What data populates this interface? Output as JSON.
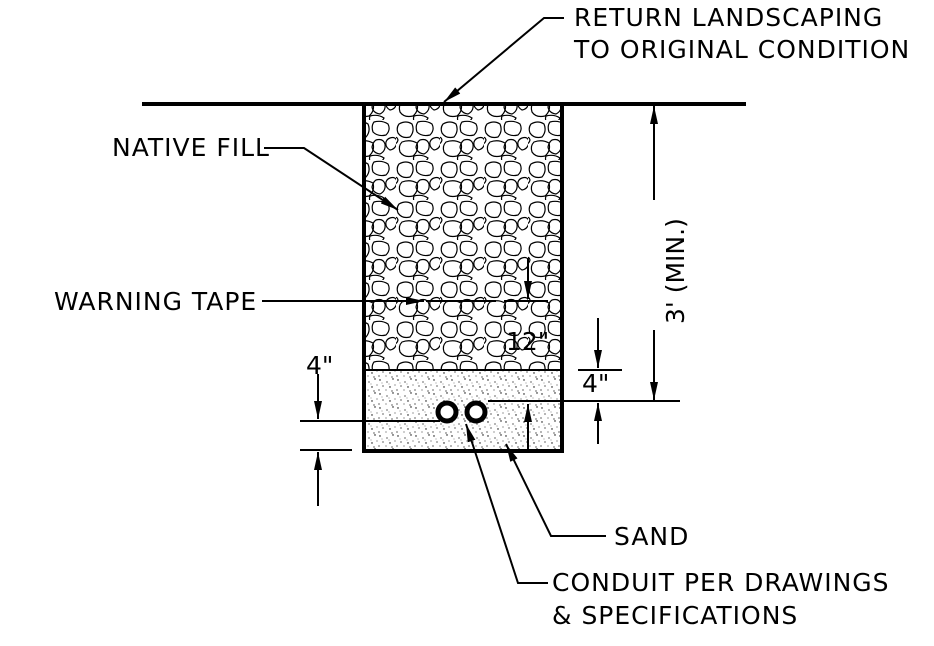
{
  "labels": {
    "return_line1": "RETURN LANDSCAPING",
    "return_line2": "TO ORIGINAL CONDITION",
    "native_fill": "NATIVE FILL",
    "warning_tape": "WARNING TAPE",
    "sand": "SAND",
    "conduit_line1": "CONDUIT PER DRAWINGS",
    "conduit_line2": "& SPECIFICATIONS"
  },
  "dimensions": {
    "depth_min": "3' (MIN.)",
    "tape_depth": "12\"",
    "sand_cover_right": "4\"",
    "sand_bedding_left": "4\""
  }
}
